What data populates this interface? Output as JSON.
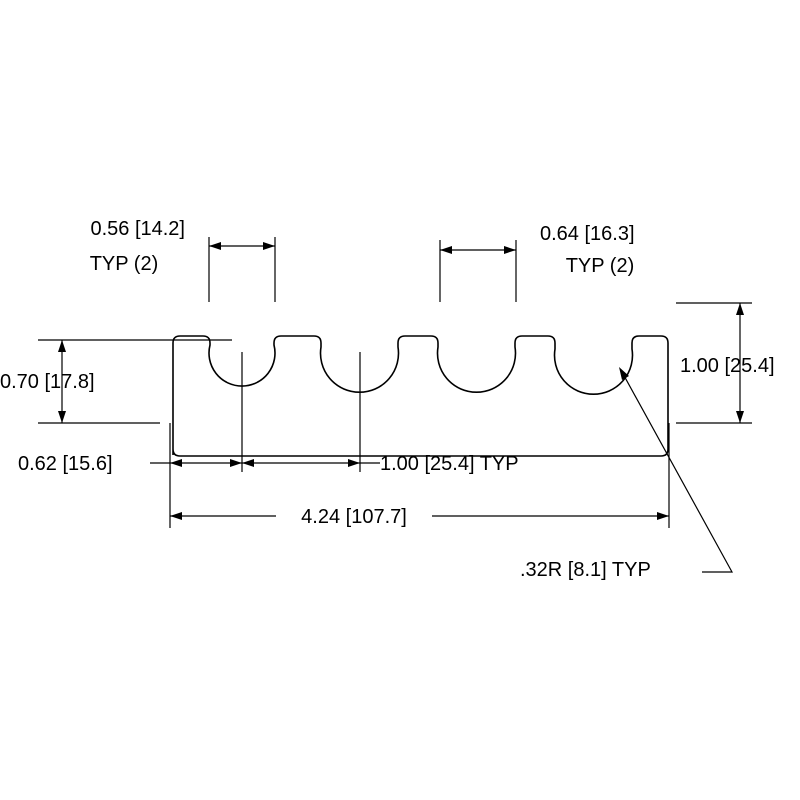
{
  "drawing": {
    "dimensions": {
      "slot_opening": {
        "value": "0.56 [14.2]",
        "note": "TYP (2)"
      },
      "outer_slot_opening": {
        "value": "0.64 [16.3]",
        "note": "TYP (2)"
      },
      "slot_depth": {
        "value": "0.70 [17.8]"
      },
      "overall_height": {
        "value": "1.00 [25.4]"
      },
      "edge_to_center": {
        "value": "0.62 [15.6]"
      },
      "center_spacing": {
        "value": "1.00 [25.4] TYP"
      },
      "overall_length": {
        "value": "4.24 [107.7]"
      },
      "radius": {
        "value": ".32R [8.1] TYP"
      }
    }
  }
}
